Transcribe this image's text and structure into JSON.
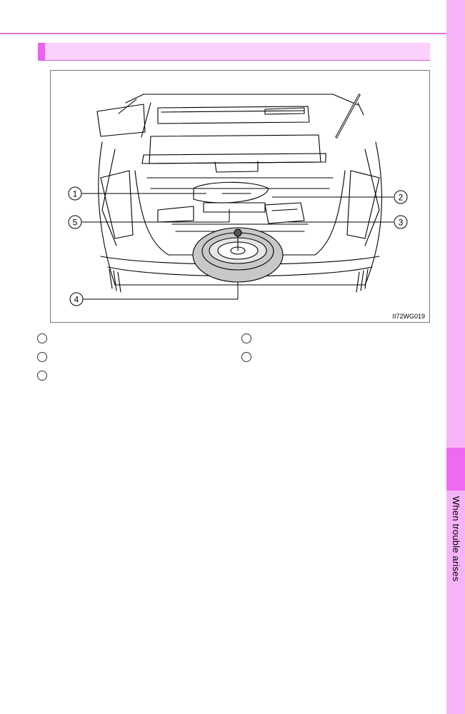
{
  "side_tab": {
    "label": "When trouble arises"
  },
  "figure": {
    "code": "II72WG019",
    "callouts": [
      {
        "number": "1"
      },
      {
        "number": "2"
      },
      {
        "number": "3"
      },
      {
        "number": "4"
      },
      {
        "number": "5"
      }
    ]
  },
  "colors": {
    "accent": "#ee60ee",
    "side_strip": "#f7b3f7",
    "side_tab": "#f06af0",
    "section_bar": "#fbd0fb"
  }
}
